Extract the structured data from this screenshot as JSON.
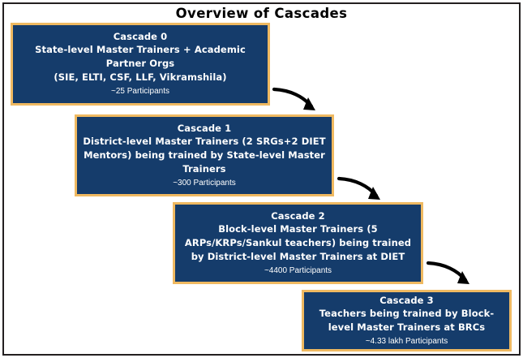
{
  "page": {
    "title": "Overview of Cascades",
    "background_color": "#FFFFFF",
    "frame_border_color": "#231F20"
  },
  "theme": {
    "box_fill": "#153C6B",
    "box_border": "#EFB961",
    "box_text": "#FFFFFF",
    "arrow_color": "#000000",
    "title_color": "#000000"
  },
  "cascades": [
    {
      "heading": "Cascade 0",
      "body": "State-level Master Trainers + Academic Partner Orgs",
      "body2": "(SIE, ELTI, CSF, LLF, Vikramshila)",
      "count": "~25 Participants"
    },
    {
      "heading": "Cascade 1",
      "body": "District-level Master Trainers (2 SRGs+2 DIET Mentors) being trained by State-level Master Trainers",
      "body2": "",
      "count": "~300 Participants"
    },
    {
      "heading": "Cascade 2",
      "body": "Block-level Master Trainers (5 ARPs/KRPs/Sankul teachers) being trained by District-level Master Trainers at DIET",
      "body2": "",
      "count": "~4400 Participants"
    },
    {
      "heading": "Cascade 3",
      "body": "Teachers being trained by Block-level Master Trainers at BRCs",
      "body2": "",
      "count": "~4.33 lakh Participants"
    }
  ],
  "arrows": [
    {
      "name": "arrow-cascade0-to-cascade1"
    },
    {
      "name": "arrow-cascade1-to-cascade2"
    },
    {
      "name": "arrow-cascade2-to-cascade3"
    }
  ]
}
